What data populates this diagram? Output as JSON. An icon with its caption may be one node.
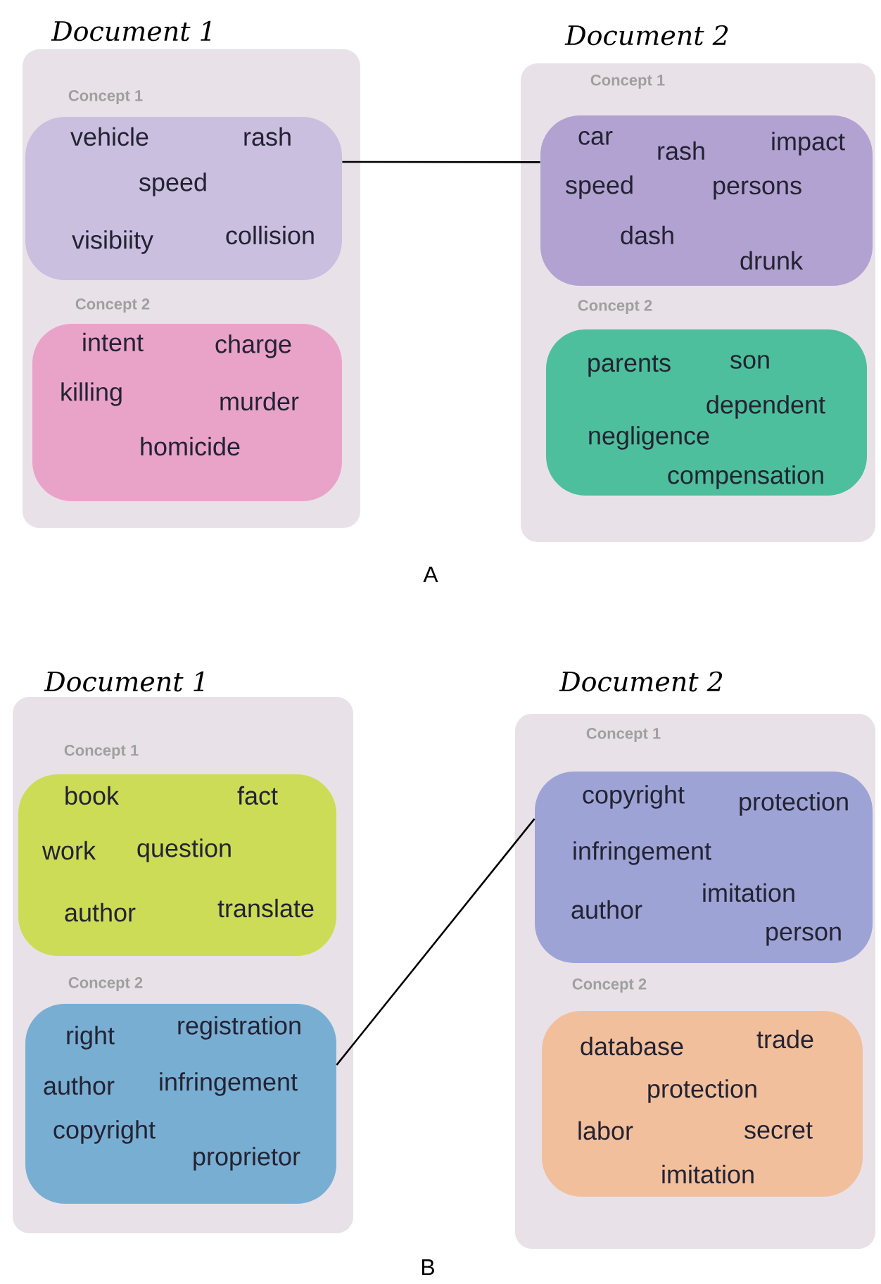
{
  "diagram": {
    "nodes": [
      {
        "text": [
          "Document 1"
        ]
      },
      {
        "text": [
          "Concept 1",
          "vehicle",
          "rash",
          "speed",
          "visibiity",
          "collision"
        ],
        "in": 0
      },
      {
        "text": [
          "Concept 2",
          "intent",
          "charge",
          "killing",
          "murder",
          "homicide"
        ],
        "in": 0
      },
      {
        "text": [
          "Document 2"
        ]
      },
      {
        "text": [
          "Concept 1",
          "car",
          "rash",
          "impact",
          "speed",
          "persons",
          "dash",
          "drunk"
        ],
        "in": 3
      },
      {
        "text": [
          "Concept 2",
          "parents",
          "son",
          "dependent",
          "negligence",
          "compensation"
        ],
        "in": 3
      },
      {
        "text": [
          "Document 1"
        ]
      },
      {
        "text": [
          "Concept 1",
          "book",
          "fact",
          "work",
          "question",
          "author",
          "translate"
        ],
        "in": 6
      },
      {
        "text": [
          "Concept 2",
          "right",
          "registration",
          "author",
          "infringement",
          "copyright",
          "proprietor"
        ],
        "in": 6
      },
      {
        "text": [
          "Document 2"
        ]
      },
      {
        "text": [
          "Concept 1",
          "copyright",
          "protection",
          "infringement",
          "author",
          "imitation",
          "person"
        ],
        "in": 9
      },
      {
        "text": [
          "Concept 2",
          "database",
          "trade",
          "protection",
          "labor",
          "secret",
          "imitation"
        ],
        "in": 9
      }
    ],
    "edges": [
      {
        "from": 1,
        "to": 4,
        "arrow": "none"
      },
      {
        "from": 8,
        "to": 10,
        "arrow": "none"
      }
    ],
    "labels": [
      "A",
      "B"
    ]
  }
}
